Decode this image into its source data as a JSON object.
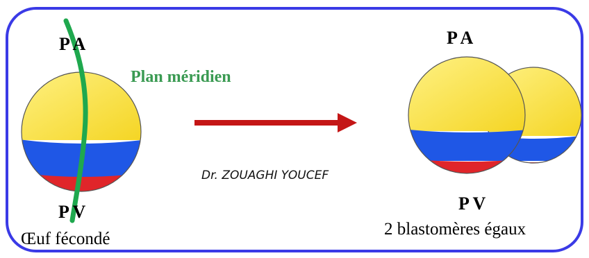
{
  "colors": {
    "border": "#3a3ae6",
    "yellow": "#fbe84a",
    "blue": "#1f57e6",
    "red": "#e0252a",
    "meridian": "#1fa84e",
    "arrow": "#c41616",
    "plan_text": "#3a9a52"
  },
  "left": {
    "top_pole": "P A",
    "bottom_pole": "P V",
    "caption": "Œuf fécondé",
    "plane_label": "Plan méridien"
  },
  "right": {
    "top_pole": "P A",
    "bottom_pole": "P V",
    "caption": "2 blastomères égaux"
  },
  "signature": "Dr. ZOUAGHI YOUCEF"
}
